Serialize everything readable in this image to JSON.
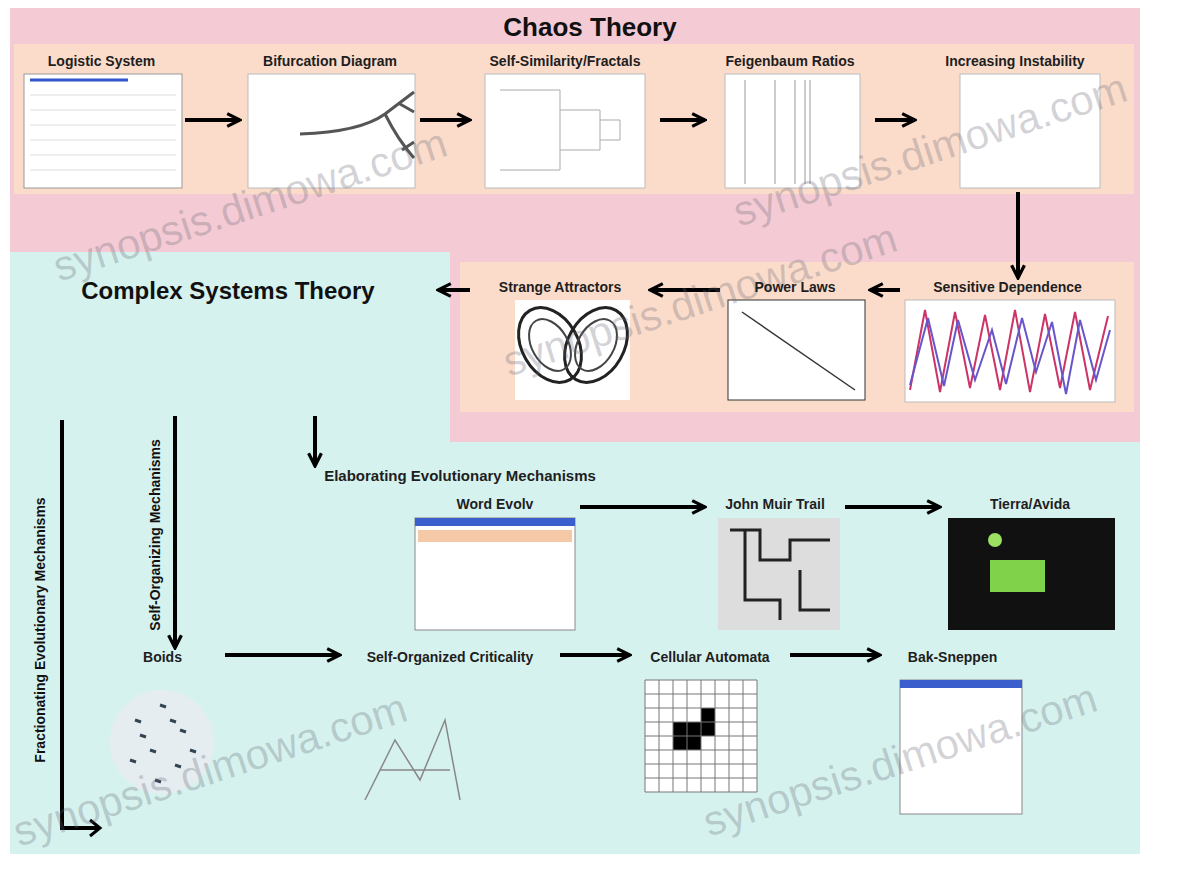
{
  "diagram": {
    "title": "Chaos Theory",
    "nodes": [
      {
        "text": [
          "Logistic System"
        ]
      },
      {
        "text": [
          "Bifurcation Diagram"
        ]
      },
      {
        "text": [
          "Self-Similarity/Fractals"
        ]
      },
      {
        "text": [
          "Feigenbaum Ratios"
        ]
      },
      {
        "text": [
          "Increasing Instability"
        ]
      },
      {
        "text": [
          "Sensitive Dependence"
        ]
      },
      {
        "text": [
          "Power Laws"
        ]
      },
      {
        "text": [
          "Strange Attractors"
        ]
      },
      {
        "text": [
          "Complex Systems Theory"
        ]
      },
      {
        "text": [
          "Elaborating Evolutionary Mechanisms"
        ]
      },
      {
        "text": [
          "Word Evolv"
        ]
      },
      {
        "text": [
          "John Muir Trail"
        ]
      },
      {
        "text": [
          "Tierra/Avida"
        ]
      },
      {
        "text": [
          "Boids"
        ]
      },
      {
        "text": [
          "Self-Organized Criticality"
        ]
      },
      {
        "text": [
          "Cellular Automata"
        ]
      },
      {
        "text": [
          "Bak-Sneppen"
        ]
      }
    ],
    "edges": [
      {
        "from": 0,
        "to": 1,
        "arrow": "to"
      },
      {
        "from": 1,
        "to": 2,
        "arrow": "to"
      },
      {
        "from": 2,
        "to": 3,
        "arrow": "to"
      },
      {
        "from": 3,
        "to": 4,
        "arrow": "to"
      },
      {
        "from": 4,
        "to": 5,
        "arrow": "to"
      },
      {
        "from": 5,
        "to": 6,
        "arrow": "to"
      },
      {
        "from": 6,
        "to": 7,
        "arrow": "to"
      },
      {
        "from": 7,
        "to": 8,
        "arrow": "to"
      },
      {
        "from": 8,
        "to": 9,
        "arrow": "to"
      },
      {
        "from": 8,
        "to": 13,
        "arrow": "to"
      },
      {
        "from": 10,
        "to": 11,
        "arrow": "to"
      },
      {
        "from": 11,
        "to": 12,
        "arrow": "to"
      },
      {
        "from": 13,
        "to": 14,
        "arrow": "to"
      },
      {
        "from": 14,
        "to": 15,
        "arrow": "to"
      },
      {
        "from": 15,
        "to": 16,
        "arrow": "to"
      }
    ],
    "labels": [
      "Self-Organizing Mechanisms",
      "Fractionating Evolutionary Mechanisms",
      "synopsis.dimowa.com",
      "synopsis.dimowa.com",
      "synopsis.dimowa.com",
      "synopsis.dimowa.com",
      "synopsis.dimowa.com"
    ]
  }
}
